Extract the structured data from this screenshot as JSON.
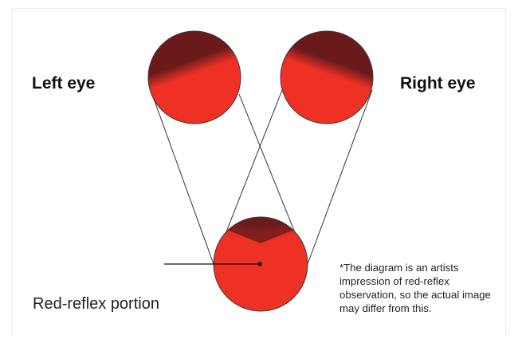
{
  "labels": {
    "left_eye": "Left eye",
    "right_eye": "Right eye",
    "reflex_portion": "Red-reflex portion"
  },
  "note": "*The diagram is an artists impression of red-reflex observation, so the actual image may differ from this.",
  "colors": {
    "reflex_red": "#ee3124",
    "dark_red": "#6b1a1c",
    "outline": "#3a3a3a",
    "line": "#333333"
  }
}
